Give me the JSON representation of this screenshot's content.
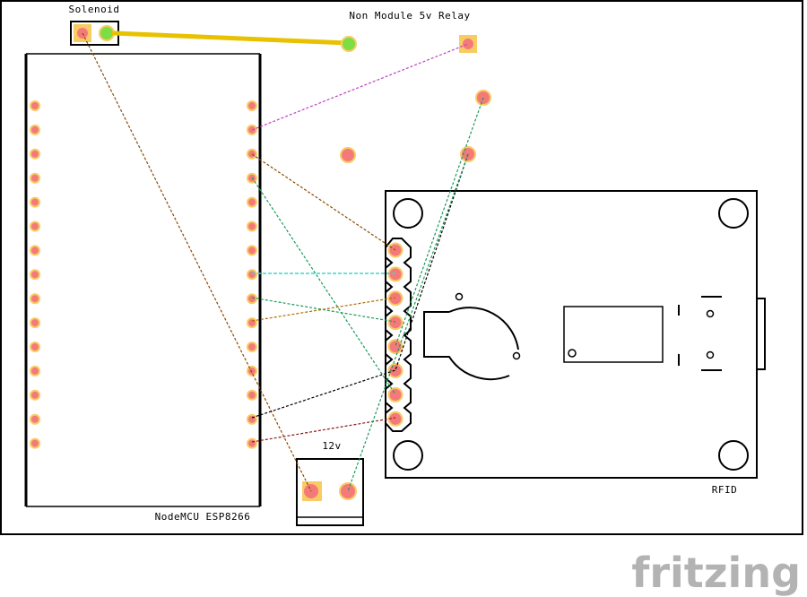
{
  "labels": {
    "solenoid": "Solenoid",
    "relay": "Non Module 5v Relay",
    "nodemcu": "NodeMCU ESP8266",
    "power": "12v",
    "rfid": "RFID",
    "brand": "fritzing"
  },
  "colors": {
    "pad_fill": "#f47a7a",
    "pad_ring": "#f9cb63",
    "pad_green": "#7cde43",
    "trace_yellow": "#e8c200",
    "wire_magenta": "#c43fc4",
    "wire_brown": "#8b4a00",
    "wire_green": "#1a9a5a",
    "wire_cyan": "#3dd6d0",
    "wire_orange": "#b06a00",
    "wire_black": "#000000",
    "wire_darkred": "#8b1a1a",
    "brand_gray": "#b3b3b3"
  }
}
